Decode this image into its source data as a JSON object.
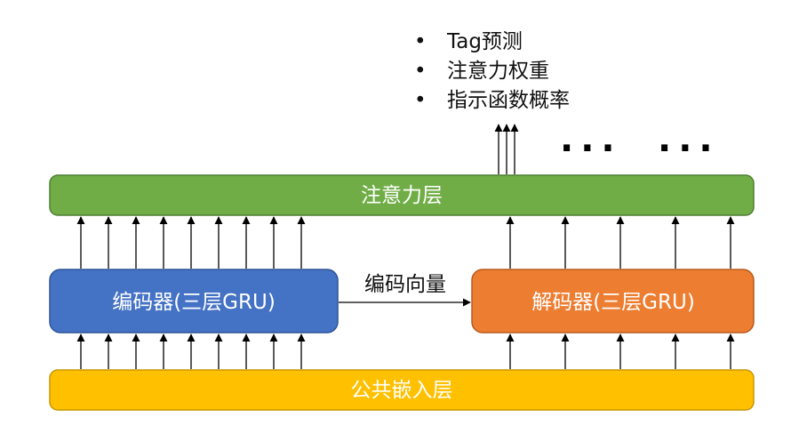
{
  "layers": {
    "attention": {
      "label": "注意力层",
      "color": "#70ad47"
    },
    "encoder": {
      "label": "编码器(三层GRU)",
      "color": "#4472c4"
    },
    "decoder": {
      "label": "解码器(三层GRU)",
      "color": "#ed7d31"
    },
    "embedding": {
      "label": "公共嵌入层",
      "color": "#ffc000"
    }
  },
  "connector": {
    "label": "编码向量"
  },
  "outputs": {
    "bullet": "•",
    "items": [
      "Tag预测",
      "注意力权重",
      "指示函数概率"
    ]
  },
  "ellipsis": [
    "...",
    "..."
  ]
}
